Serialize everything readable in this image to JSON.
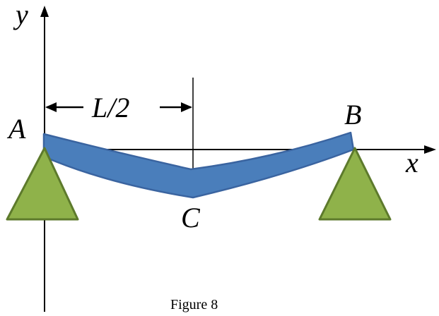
{
  "labels": {
    "y_axis": "y",
    "x_axis": "x",
    "point_a": "A",
    "point_b": "B",
    "point_c": "C",
    "dimension": "L/2"
  },
  "caption": "Figure 8",
  "colors": {
    "beam_fill": "#4a7ebb",
    "beam_stroke": "#3a64a0",
    "support_fill": "#8fb24a",
    "support_stroke": "#5d7a2c",
    "axis": "#000000"
  },
  "icons": {
    "support_a": "triangle-support-icon",
    "support_b": "triangle-support-icon"
  }
}
